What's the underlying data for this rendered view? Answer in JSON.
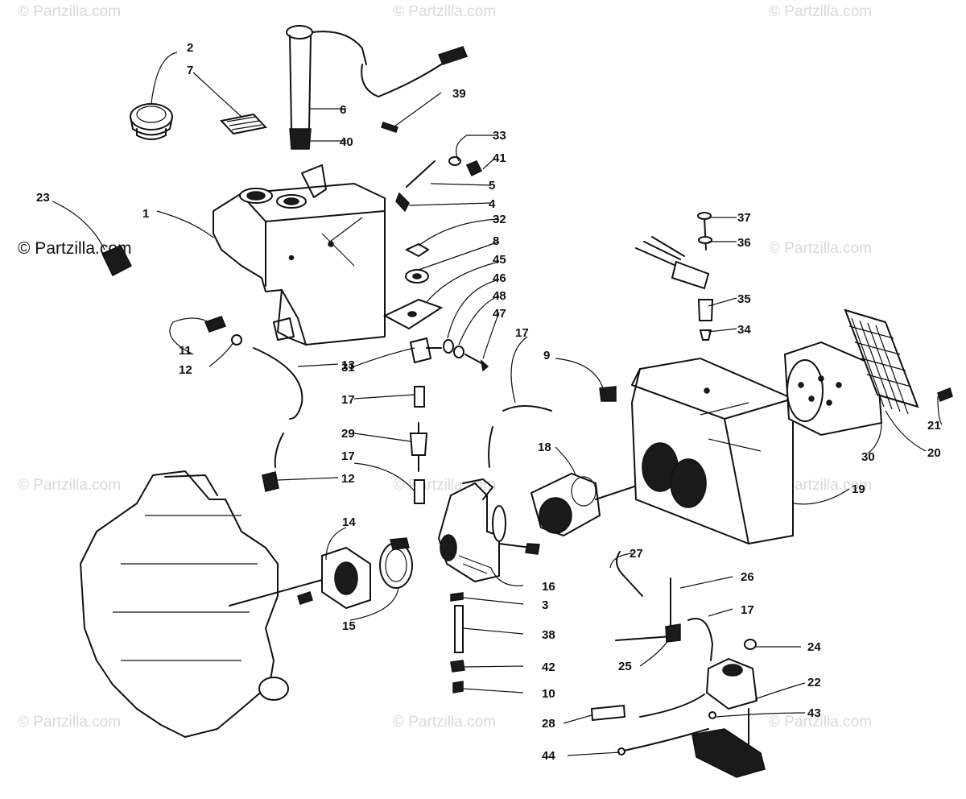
{
  "watermarks": {
    "small": "© Partzilla.com",
    "strong": "© Partzilla.com"
  },
  "callouts": [
    "1",
    "2",
    "7",
    "6",
    "40",
    "39",
    "33",
    "41",
    "5",
    "4",
    "23",
    "32",
    "8",
    "45",
    "46",
    "48",
    "47",
    "17",
    "11",
    "12",
    "13",
    "31",
    "17",
    "29",
    "17",
    "12",
    "9",
    "37",
    "36",
    "35",
    "34",
    "21",
    "20",
    "30",
    "19",
    "18",
    "14",
    "15",
    "16",
    "3",
    "38",
    "42",
    "10",
    "27",
    "26",
    "17",
    "25",
    "24",
    "22",
    "43",
    "28",
    "44"
  ]
}
